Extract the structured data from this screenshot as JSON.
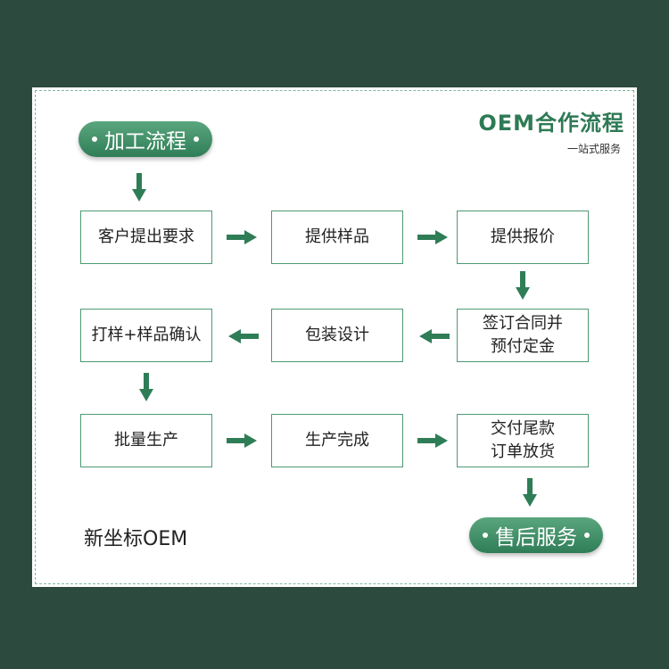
{
  "header": {
    "title": "OEM合作流程",
    "subtitle": "一站式服务"
  },
  "start_pill": "加工流程",
  "end_pill": "售后服务",
  "steps": {
    "s1": {
      "line1": "客户提出要求",
      "line2": ""
    },
    "s2": {
      "line1": "提供样品",
      "line2": ""
    },
    "s3": {
      "line1": "提供报价",
      "line2": ""
    },
    "s4": {
      "line1": "签订合同并",
      "line2": "预付定金"
    },
    "s5": {
      "line1": "包装设计",
      "line2": ""
    },
    "s6": {
      "line1": "打样+样品确认",
      "line2": ""
    },
    "s7": {
      "line1": "批量生产",
      "line2": ""
    },
    "s8": {
      "line1": "生产完成",
      "line2": ""
    },
    "s9": {
      "line1": "交付尾款",
      "line2": "订单放货"
    }
  },
  "brand": "新坐标OEM",
  "colors": {
    "background": "#2d4a3f",
    "accent": "#2e7a55",
    "arrow": "#2f7d57",
    "box_border": "#4d9a72"
  },
  "icons": {
    "arrow": "solid-arrow"
  }
}
